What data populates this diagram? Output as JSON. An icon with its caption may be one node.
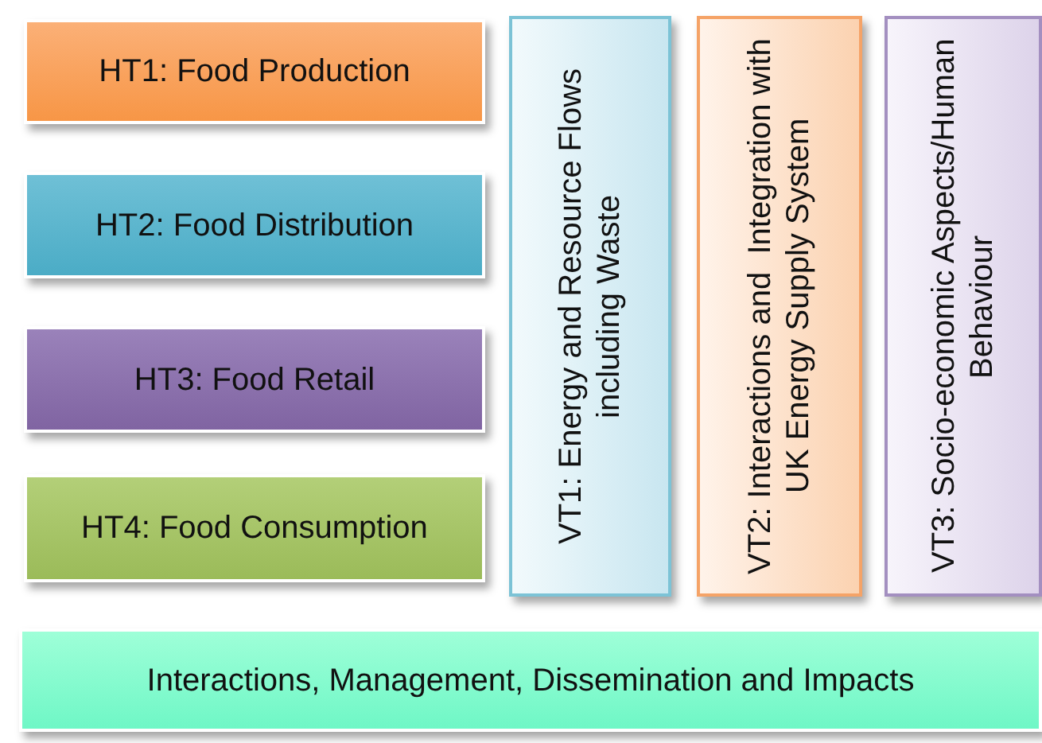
{
  "diagram": {
    "nodes": [
      {
        "text": [
          "HT1: Food Production"
        ]
      },
      {
        "text": [
          "HT2: Food Distribution"
        ]
      },
      {
        "text": [
          "HT3: Food Retail"
        ]
      },
      {
        "text": [
          "HT4: Food Consumption"
        ]
      },
      {
        "text": [
          "VT1: Energy and Resource Flows including Waste"
        ]
      },
      {
        "text": [
          "VT2: Interactions and  Integration with UK Energy Supply System"
        ]
      },
      {
        "text": [
          "VT3: Socio-economic Aspects/Human Behaviour"
        ]
      },
      {
        "text": [
          "Interactions, Management, Dissemination and Impacts"
        ]
      }
    ],
    "edges": []
  }
}
